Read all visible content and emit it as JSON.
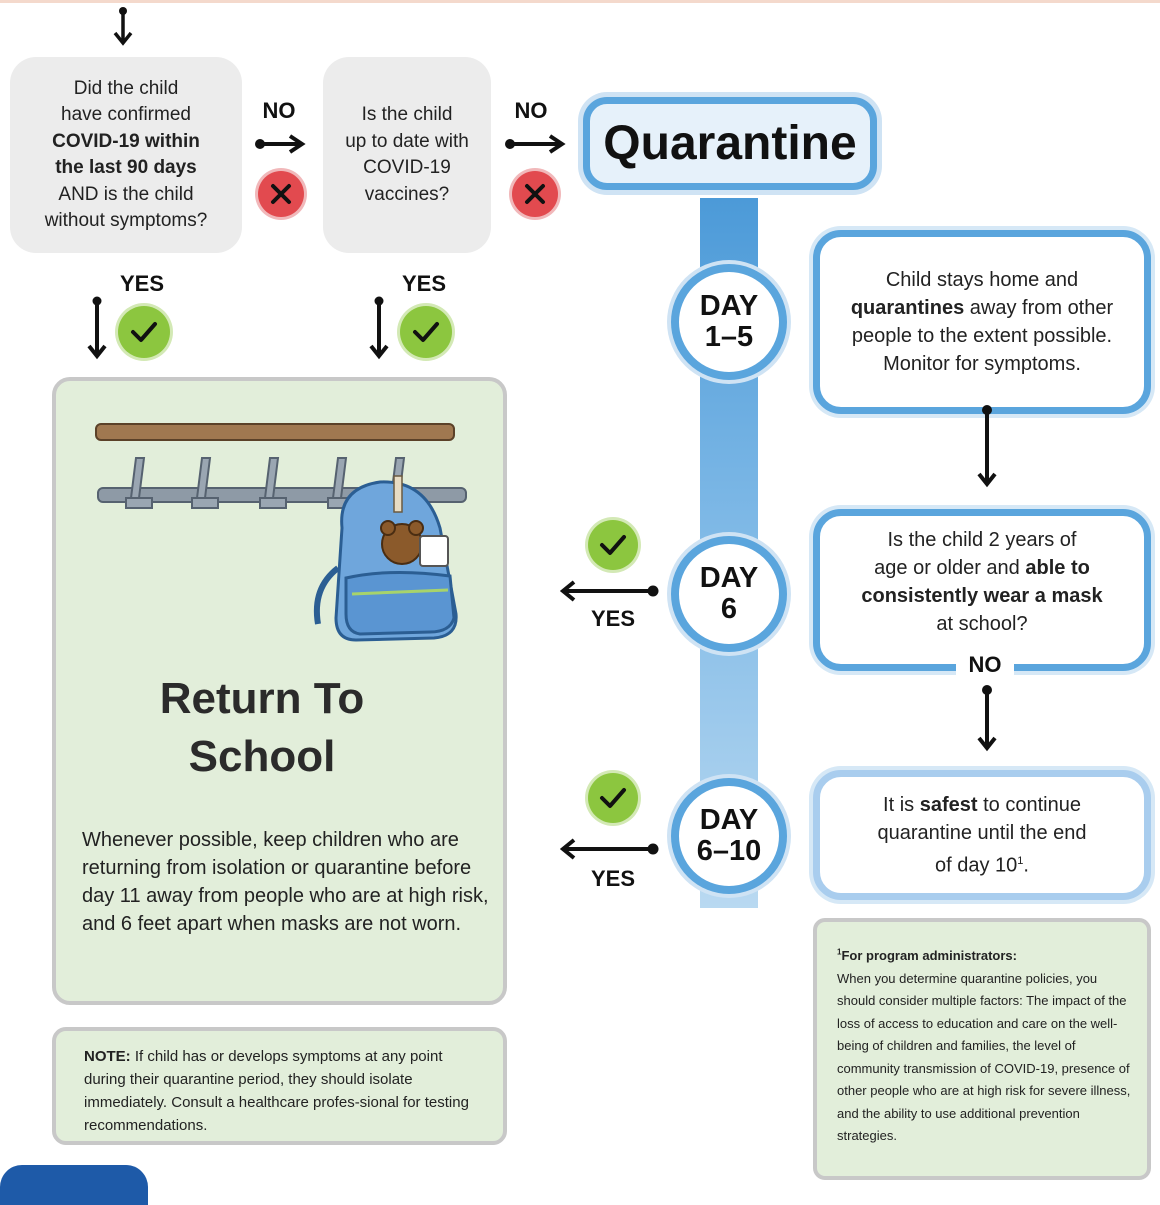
{
  "q1": {
    "lines": [
      "Did the child",
      "have confirmed",
      "COVID-19 within",
      "the last 90 days",
      "AND is the child",
      "without symptoms?"
    ]
  },
  "q2": {
    "lines": [
      "Is the child",
      "up to date with",
      "COVID-19",
      "vaccines?"
    ]
  },
  "labels": {
    "no": "NO",
    "yes": "YES"
  },
  "quarantine": "Quarantine",
  "days": [
    {
      "line1": "DAY",
      "line2": "1–5"
    },
    {
      "line1": "DAY",
      "line2": "6"
    },
    {
      "line1": "DAY",
      "line2": "6–10"
    }
  ],
  "box_day1": {
    "l1": "Child stays home and",
    "l2_bold": "quarantines",
    "l2_rest": " away from other",
    "l3": "people to the extent possible.",
    "l4": "Monitor for symptoms."
  },
  "box_day6": {
    "l1": "Is the child 2 years of",
    "l2_pre": "age or older and ",
    "l2_bold": "able to",
    "l3_bold": "consistently wear a mask",
    "l4": "at school?"
  },
  "box_day10": {
    "l1_pre": "It is ",
    "l1_bold": "safest",
    "l1_rest": " to continue",
    "l2": "quarantine until the end",
    "l3": "of day 10",
    "l3_sup": "1",
    "l3_end": "."
  },
  "return_school": {
    "line1": "Return To",
    "line2": "School"
  },
  "panel_text": "Whenever possible, keep children who are returning from isolation or quarantine before day 11 away from people who are at high risk, and 6 feet apart when masks are not worn.",
  "note": {
    "label": "NOTE:",
    "text": " If child has or develops symptoms at any point during their quarantine period, they should isolate immediately. Consult a healthcare profes-sional for testing recommendations."
  },
  "footnote": {
    "mark": "1",
    "title": "For program administrators:",
    "text": "When you determine quarantine policies, you should consider multiple factors: The impact of the loss of access to education and care on the well-being of children and families, the level of community transmission of COVID-19, presence of other people who are at high risk for severe illness, and the ability to use additional prevention strategies."
  },
  "colors": {
    "blue": "#5aa5dd",
    "green_check": "#8cc63f",
    "red_x": "#e24a4f",
    "panel_green": "#e2eeda"
  }
}
